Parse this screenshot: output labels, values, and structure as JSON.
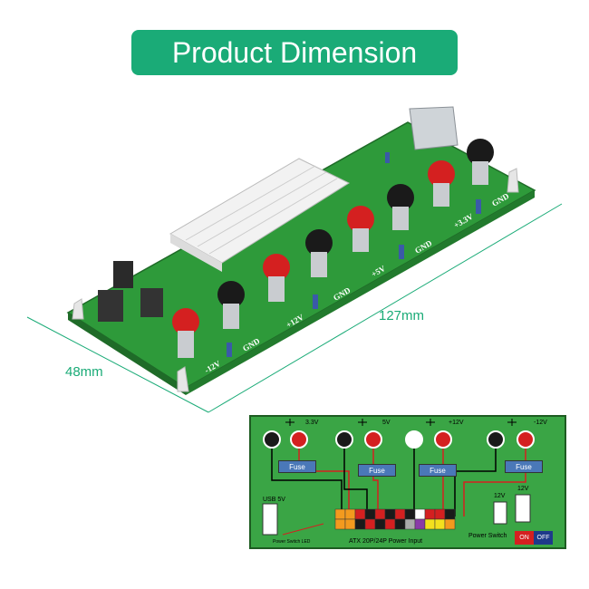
{
  "title": "Product Dimension",
  "dimensions": {
    "length": "127mm",
    "width": "48mm"
  },
  "board_labels": [
    "-12V",
    "GND",
    "+12V",
    "GND",
    "+5V",
    "GND",
    "+3.3V",
    "GND"
  ],
  "schematic": {
    "led_labels": [
      "3.3V",
      "5V",
      "+12V",
      "-12V"
    ],
    "fuse_label": "Fuse",
    "usb_label": "USB 5V",
    "atx_label": "ATX 20P/24P Power Input",
    "power_switch_label": "Power Switch",
    "on_label": "ON",
    "off_label": "OFF",
    "fan_label_1": "12V",
    "fan_label_2": "12V",
    "switch_led_label": "Power Switch LED"
  },
  "colors": {
    "accent": "#1aab77",
    "board": "#2e9a3a",
    "schematic_bg": "#3aa545",
    "dimension_line": "#1aab77"
  }
}
